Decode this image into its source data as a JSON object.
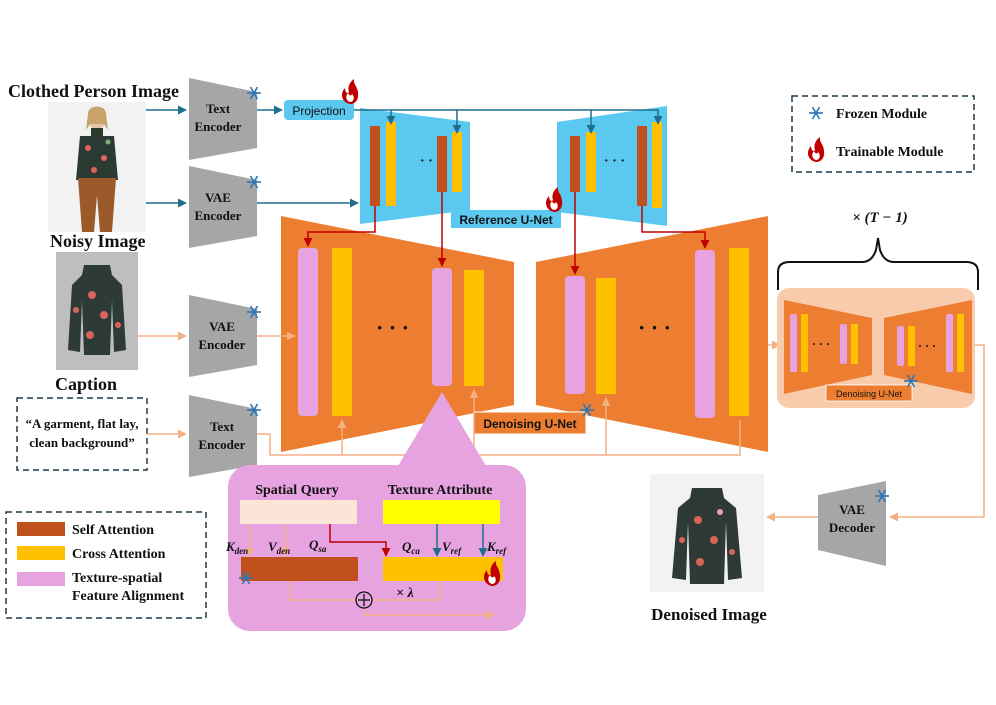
{
  "labels": {
    "clothed_person_image": "Clothed Person Image",
    "noisy_image": "Noisy Image",
    "caption": "Caption",
    "caption_text_1": "“A garment, flat lay,",
    "caption_text_2": "clean background”",
    "denoised_image": "Denoised Image",
    "repeat": "× (T − 1)"
  },
  "modules": {
    "text_encoder_top_1": "Text",
    "text_encoder_top_2": "Encoder",
    "vae_encoder_top_1": "VAE",
    "vae_encoder_top_2": "Encoder",
    "vae_encoder_mid_1": "VAE",
    "vae_encoder_mid_2": "Encoder",
    "text_encoder_bot_1": "Text",
    "text_encoder_bot_2": "Encoder",
    "vae_decoder_1": "VAE",
    "vae_decoder_2": "Decoder",
    "projection": "Projection",
    "reference_unet": "Reference U-Net",
    "denoising_unet": "Denoising U-Net",
    "denoising_unet_small": "Denoising U-Net",
    "ellipsis": "· · ·"
  },
  "module_legend": {
    "frozen": "Frozen Module",
    "trainable": "Trainable Module"
  },
  "attention_legend": [
    {
      "label": "Self Attention",
      "color": "#c0501c"
    },
    {
      "label": "Cross Attention",
      "color": "#ffc000"
    },
    {
      "label": "Texture-spatial",
      "label2": "Feature Alignment",
      "color": "#e6a3e0"
    }
  ],
  "detail": {
    "spatial_query": "Spatial Query",
    "texture_attribute": "Texture Attribute",
    "k_den": "K",
    "k_den_sub": "den",
    "v_den": "V",
    "v_den_sub": "den",
    "q_sa": "Q",
    "q_sa_sub": "sa",
    "q_ca": "Q",
    "q_ca_sub": "ca",
    "v_ref": "V",
    "v_ref_sub": "ref",
    "k_ref": "K",
    "k_ref_sub": "ref",
    "lambda": "× λ",
    "plus": "⊕"
  },
  "colors": {
    "orange": "#ed7d31",
    "blue": "#5bc8f0",
    "self_attn": "#c0501c",
    "cross_attn": "#ffc000",
    "alignment": "#e6a3e0",
    "gray": "#a6a6a6",
    "arrow_blue": "#1f6f8b",
    "arrow_red": "#c00000",
    "arrow_peach": "#f4b183"
  }
}
